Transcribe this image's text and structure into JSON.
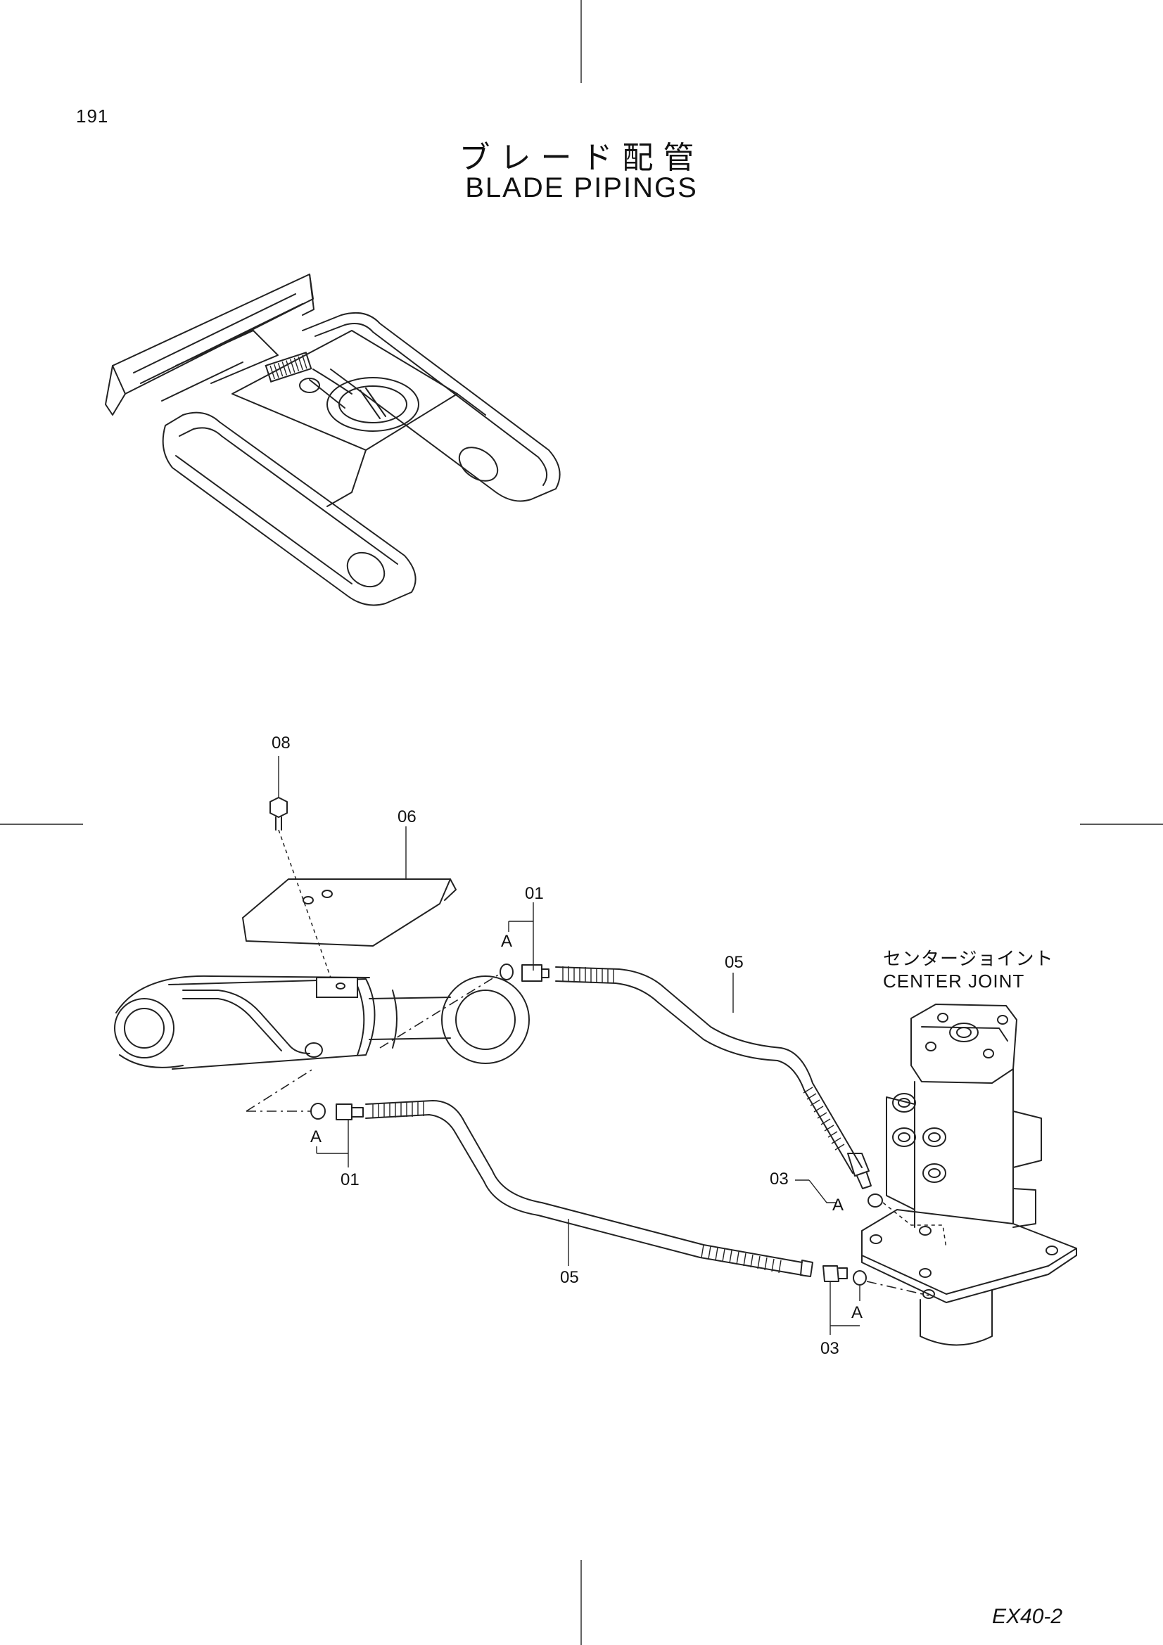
{
  "page": {
    "page_number": "191",
    "title_jp": "ブレード配管",
    "title_en": "BLADE PIPINGS",
    "model": "EX40-2"
  },
  "labels": {
    "center_joint_jp": "センタージョイント",
    "center_joint_en": "CENTER JOINT"
  },
  "callouts": {
    "c08": "08",
    "c06": "06",
    "c01_top": "01",
    "c01_bottom": "01",
    "c05_top": "05",
    "c05_bottom": "05",
    "c03_top": "03",
    "c03_bottom": "03",
    "a1": "A",
    "a2": "A",
    "a3": "A",
    "a4": "A"
  }
}
